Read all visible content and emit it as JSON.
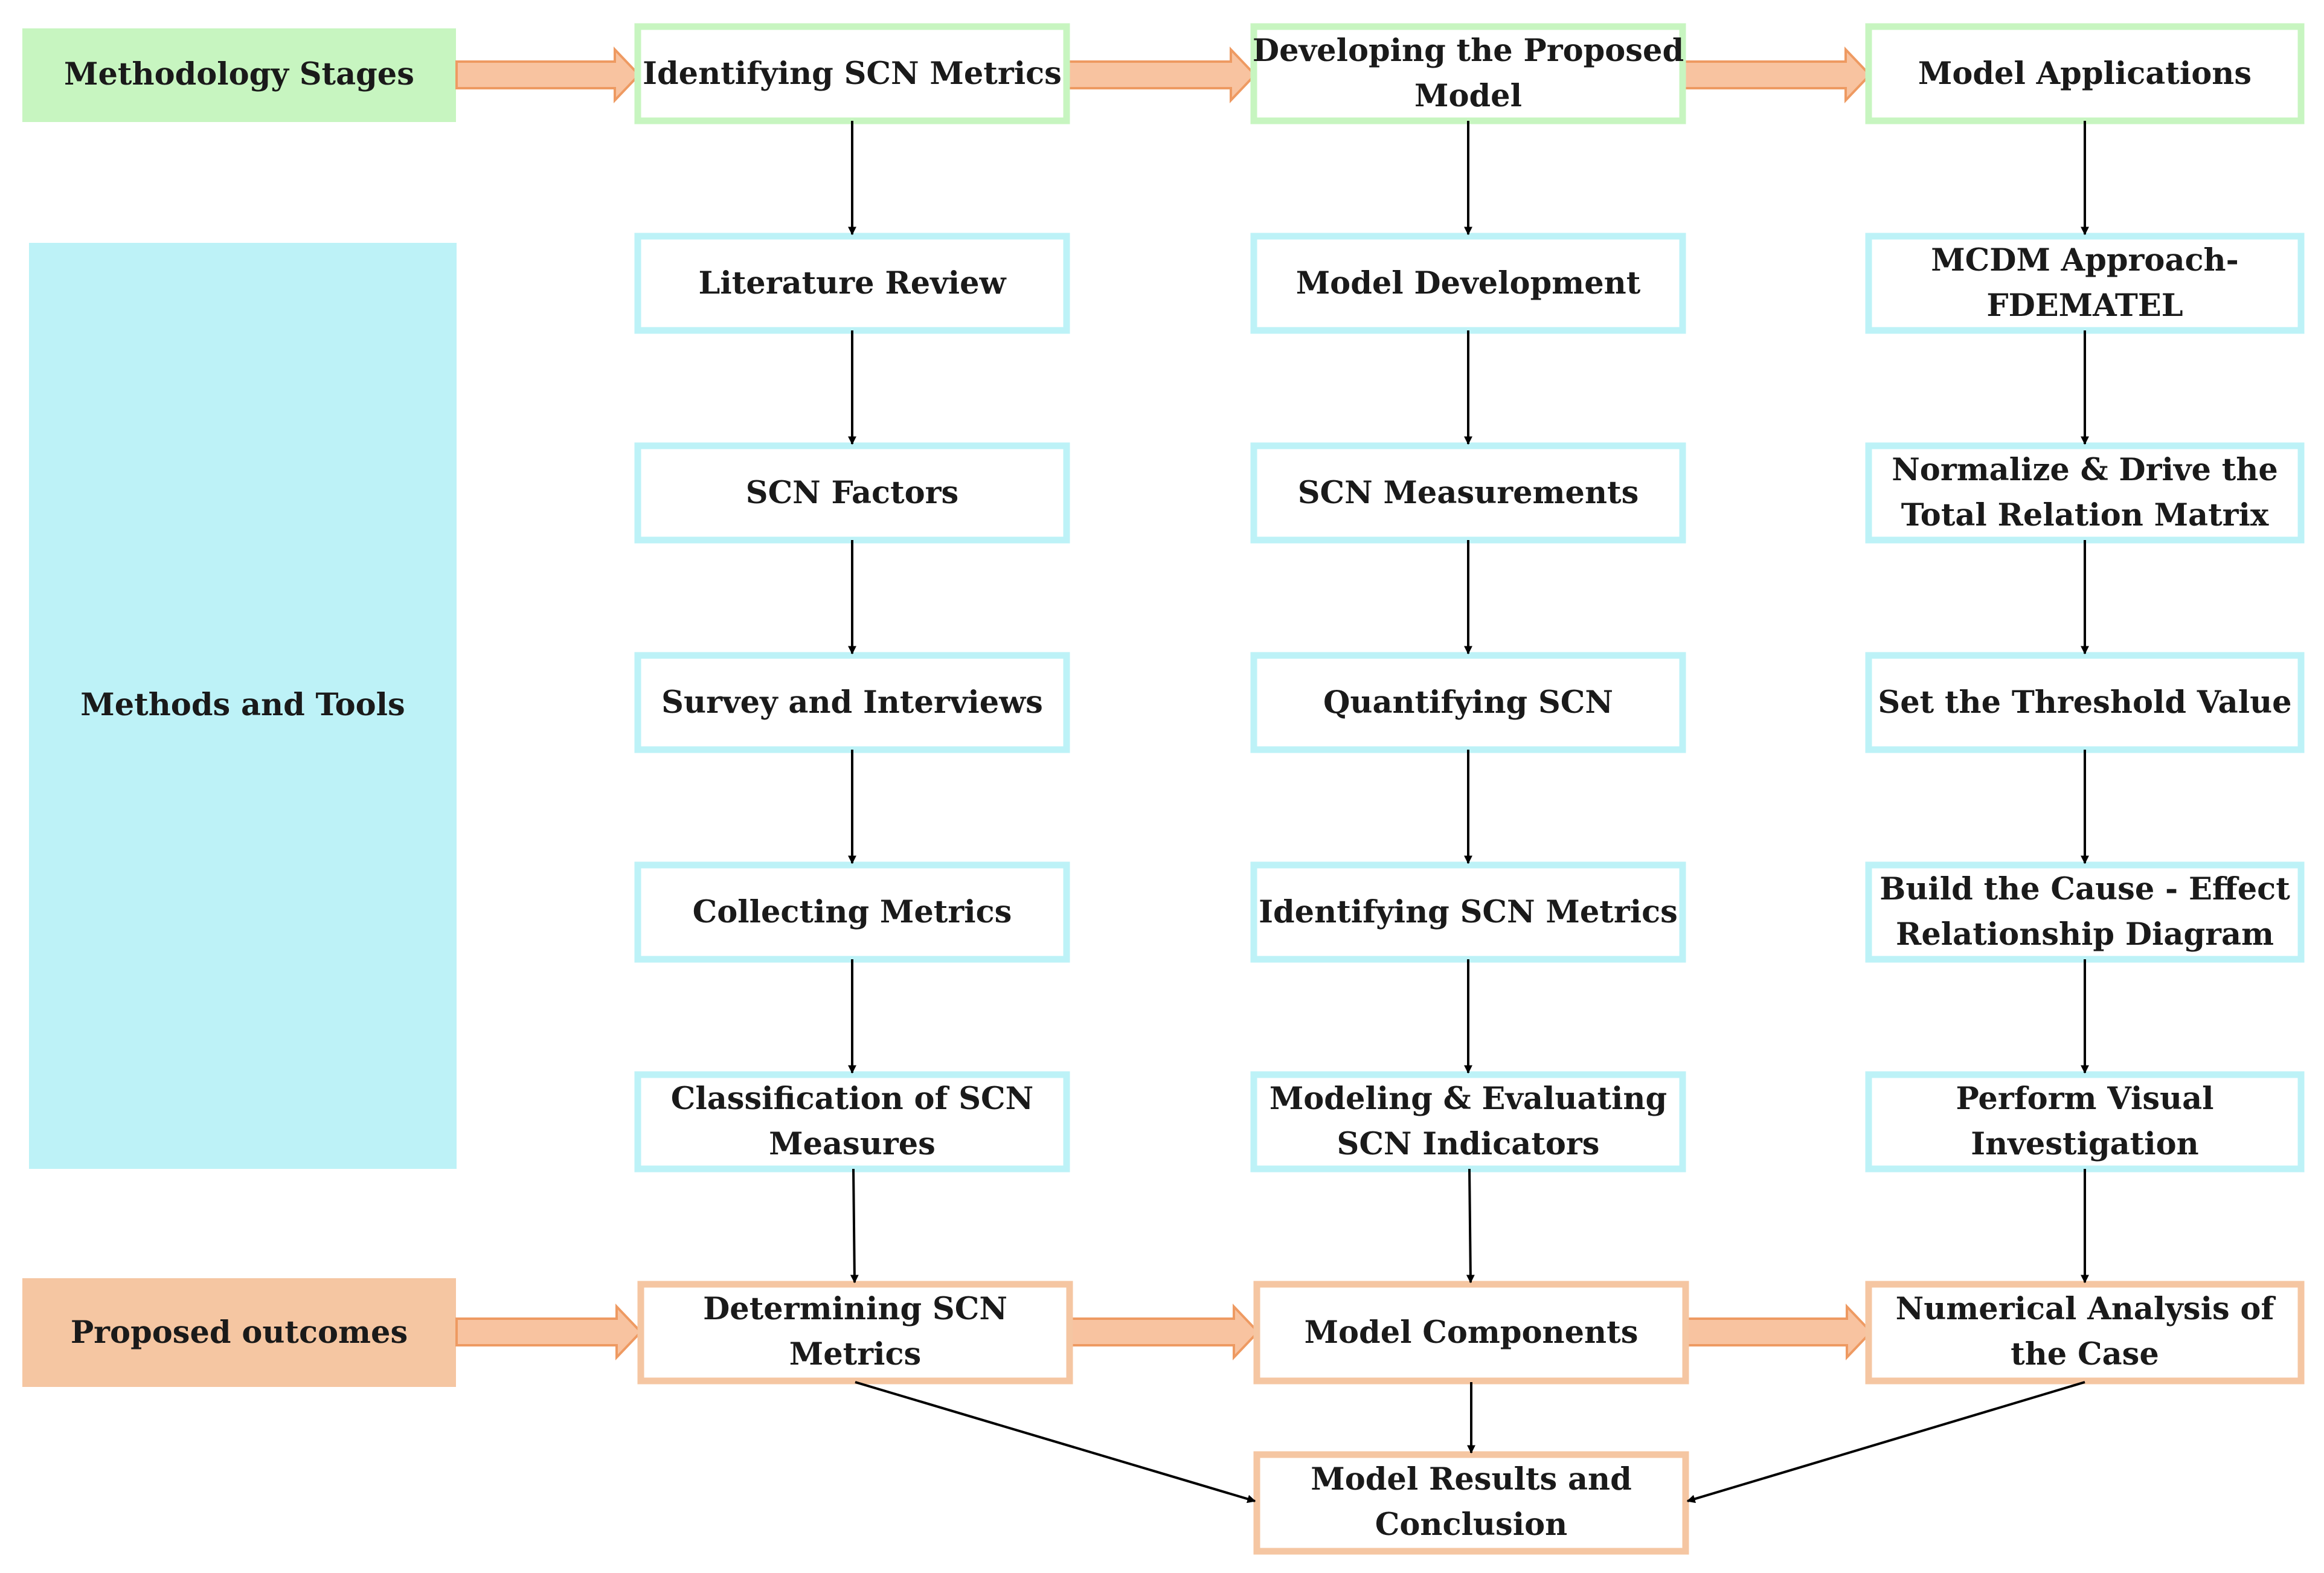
{
  "rows": {
    "stages": "Methodology Stages",
    "methods": "Methods and Tools",
    "outcomes": "Proposed outcomes"
  },
  "col1": {
    "stage": "Identifying SCN Metrics",
    "steps": [
      "Literature Review",
      "SCN Factors",
      "Survey and Interviews",
      "Collecting Metrics",
      [
        "Classification of SCN",
        "Measures"
      ]
    ],
    "outcome": [
      "Determining SCN",
      "Metrics"
    ]
  },
  "col2": {
    "stage": [
      "Developing the Proposed",
      "Model"
    ],
    "steps": [
      "Model Development",
      "SCN Measurements",
      "Quantifying SCN",
      "Identifying SCN Metrics",
      [
        "Modeling & Evaluating",
        "SCN Indicators"
      ]
    ],
    "outcome": "Model Components"
  },
  "col3": {
    "stage": "Model Applications",
    "steps": [
      [
        "MCDM Approach-",
        "FDEMATEL"
      ],
      [
        "Normalize & Drive the",
        "Total Relation Matrix"
      ],
      "Set the Threshold Value",
      [
        "Build the Cause - Effect",
        "Relationship Diagram"
      ],
      [
        "Perform Visual",
        "Investigation"
      ]
    ],
    "outcome": [
      "Numerical Analysis of",
      "the Case"
    ]
  },
  "final": [
    "Model Results and",
    "Conclusion"
  ]
}
